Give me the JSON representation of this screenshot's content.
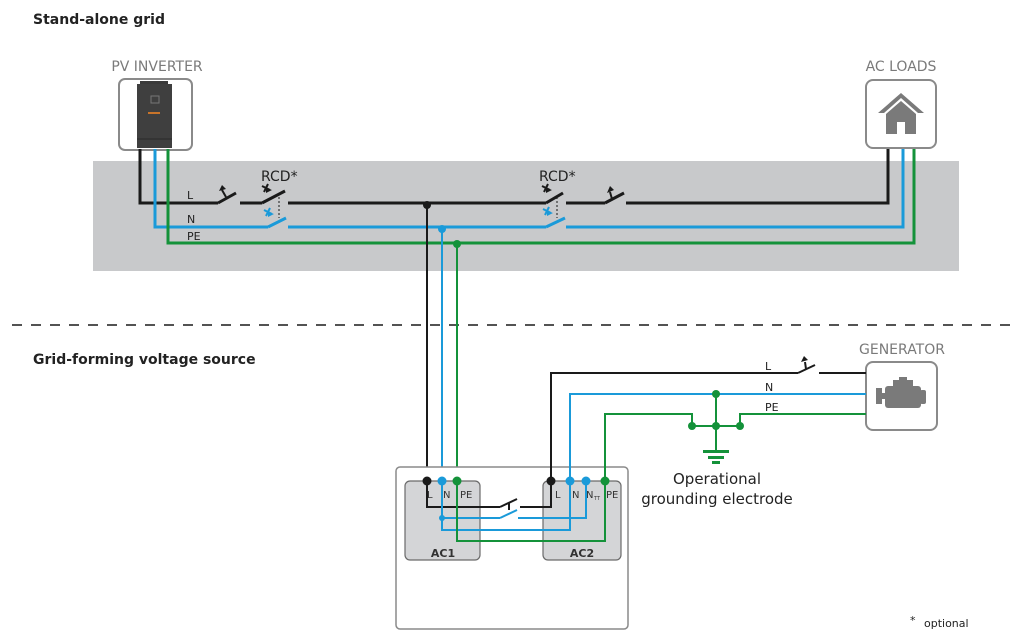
{
  "sections": {
    "standalone_title": "Stand-alone grid",
    "gridforming_title": "Grid-forming voltage source"
  },
  "devices": {
    "pv_inverter": {
      "label": "PV INVERTER",
      "icon": "inverter-icon"
    },
    "ac_loads": {
      "label": "AC LOADS",
      "icon": "house-icon"
    },
    "generator": {
      "label": "GENERATOR",
      "icon": "engine-icon"
    }
  },
  "wires": {
    "L": "L",
    "N": "N",
    "PE": "PE"
  },
  "rcd": {
    "label": "RCD*"
  },
  "rcd2": {
    "label": "RCD*"
  },
  "ac1": {
    "label": "AC1",
    "terminals": [
      "L",
      "N",
      "PE"
    ]
  },
  "ac2": {
    "label": "AC2",
    "terminals": [
      "L",
      "N",
      "N",
      "PE"
    ],
    "nt_subscript": "TT"
  },
  "grounding": {
    "line1": "Operational",
    "line2": "grounding electrode"
  },
  "footnote": {
    "symbol": "*",
    "text": "optional"
  },
  "colors": {
    "line": "#1a1a1a",
    "neutral": "#1a9ad9",
    "protective_earth": "#14923a",
    "panel_background": "#c8c9cb",
    "device_gray": "#7a7a7a"
  }
}
